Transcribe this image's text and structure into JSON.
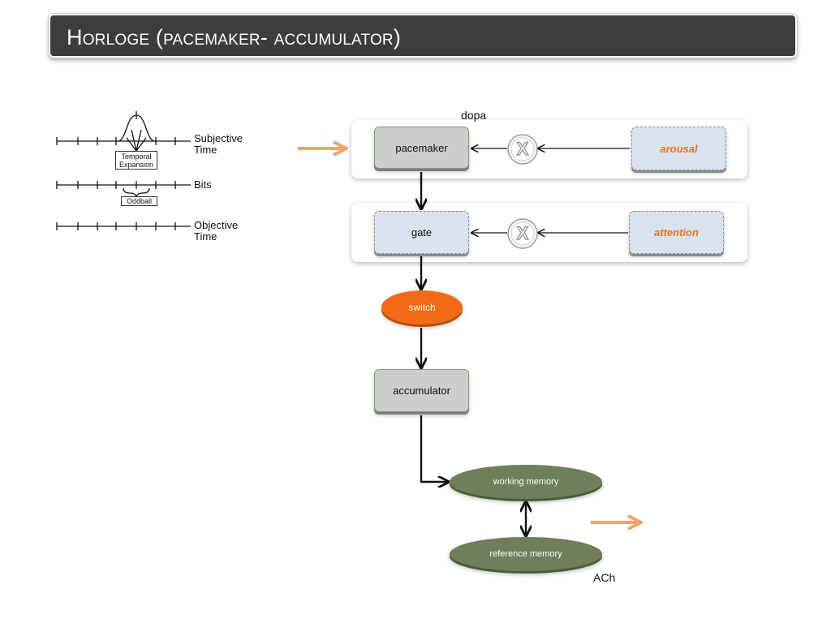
{
  "slide": {
    "title": "Horloge (pacemaker- accumulator)"
  },
  "time_figure": {
    "subjective_line1": "Subjective",
    "subjective_line2": "Time",
    "temporal_box_line1": "Temporal",
    "temporal_box_line2": "Expansion",
    "bits_label": "Bits",
    "oddball_box": "Oddball",
    "objective_line1": "Objective",
    "objective_line2": "Time"
  },
  "diagram": {
    "dopa_label": "dopa",
    "pacemaker": "pacemaker",
    "arousal": "arousal",
    "gate": "gate",
    "attention": "attention",
    "switch": "switch",
    "accumulator": "accumulator",
    "working_memory": "working memory",
    "reference_memory": "reference memory",
    "ach_label": "ACh",
    "multiplier_symbol": "X"
  },
  "colors": {
    "title_bg": "#3d3d3d",
    "accent_orange": "#f26a18",
    "arrow_orange": "#f4a26b",
    "memory_green": "#6f7f59",
    "solid_box": "#cacfc8",
    "dashed_box": "#d9e3ee"
  }
}
